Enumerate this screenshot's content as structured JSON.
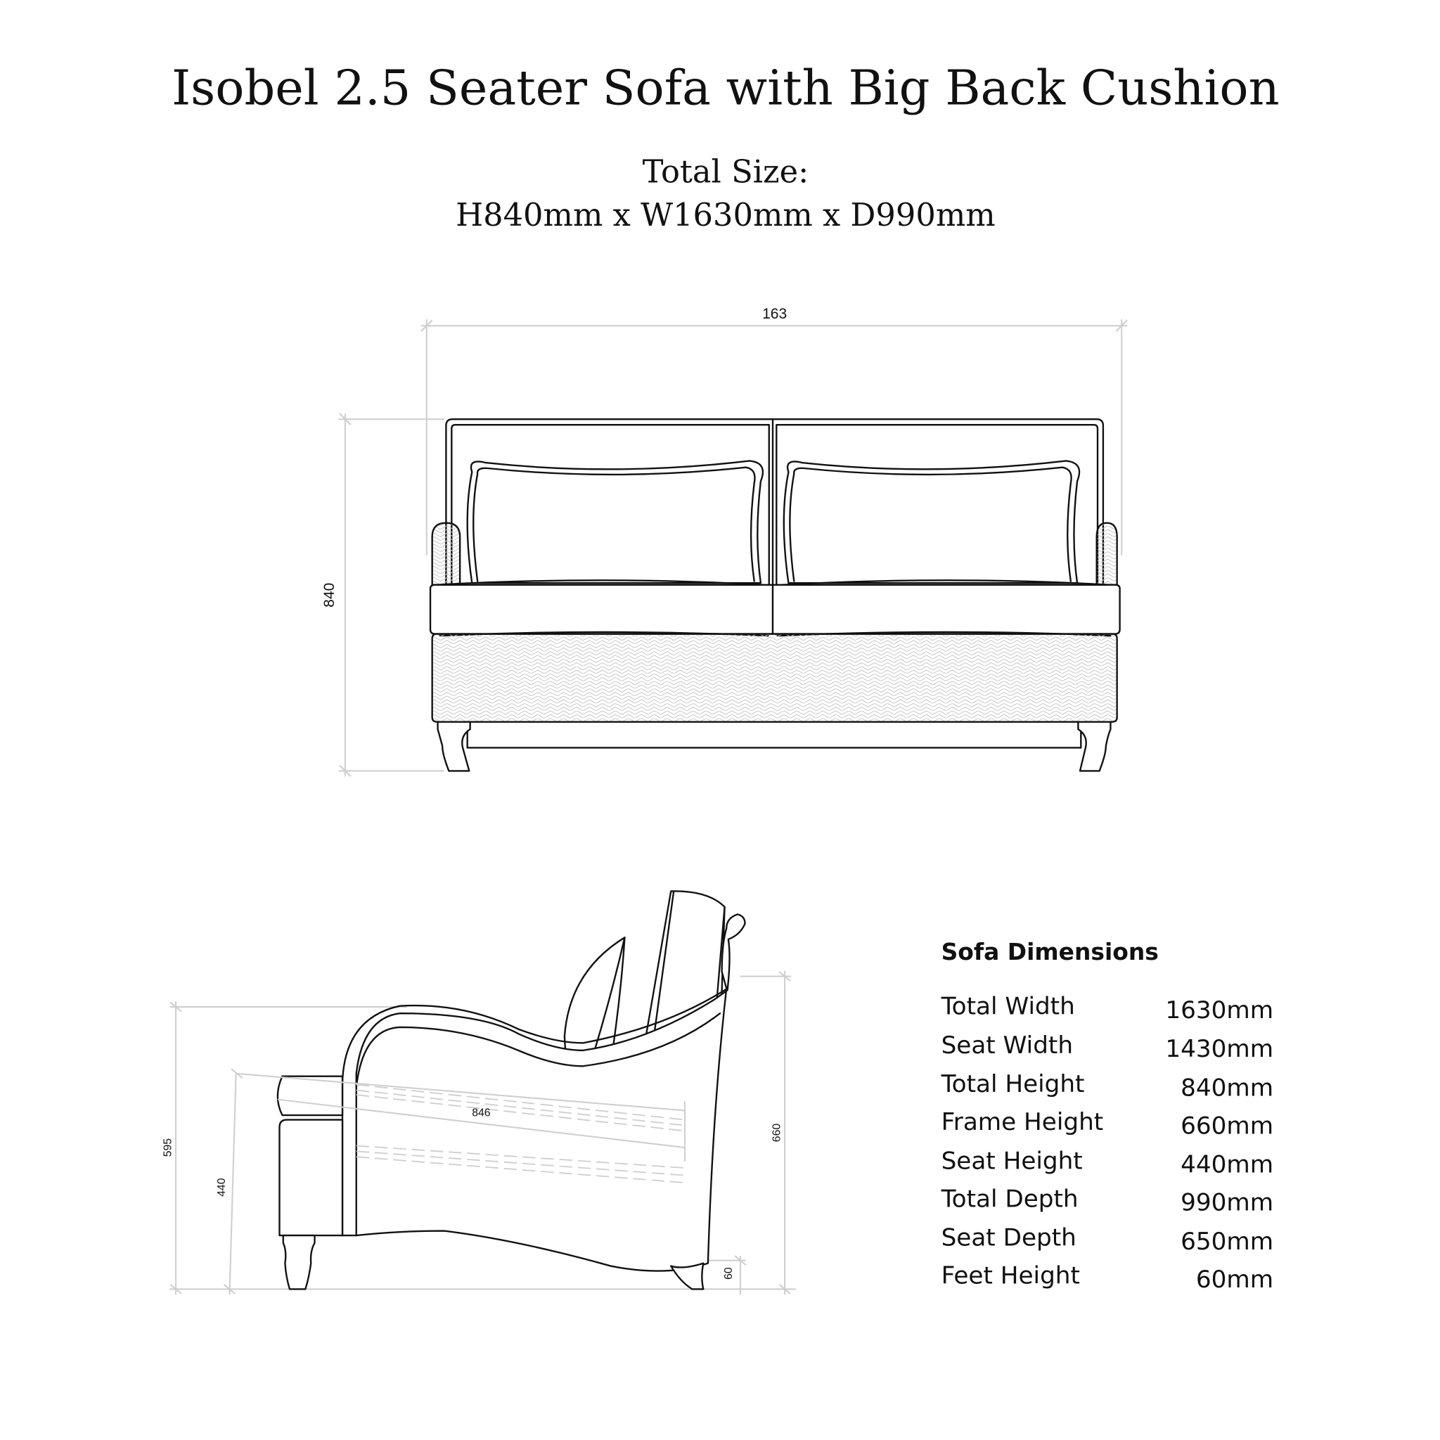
{
  "header": {
    "title": "Isobel 2.5 Seater Sofa with Big Back Cushion",
    "total_size_label": "Total Size:",
    "total_size_value": "H840mm x W1630mm x D990mm"
  },
  "front_view": {
    "width_label": "163",
    "height_label": "840"
  },
  "side_view": {
    "overall_height_label": "595",
    "seat_height_label": "440",
    "seat_depth_label": "846",
    "frame_height_label": "660",
    "feet_height_label": "60"
  },
  "dimensions_table": {
    "heading": "Sofa Dimensions",
    "rows": [
      {
        "label": "Total Width",
        "value": "1630mm"
      },
      {
        "label": "Seat Width",
        "value": "1430mm"
      },
      {
        "label": "Total Height",
        "value": "840mm"
      },
      {
        "label": "Frame Height",
        "value": "660mm"
      },
      {
        "label": "Seat Height",
        "value": "440mm"
      },
      {
        "label": "Total Depth",
        "value": "990mm"
      },
      {
        "label": "Seat Depth",
        "value": "650mm"
      },
      {
        "label": "Feet Height",
        "value": "60mm"
      }
    ]
  }
}
